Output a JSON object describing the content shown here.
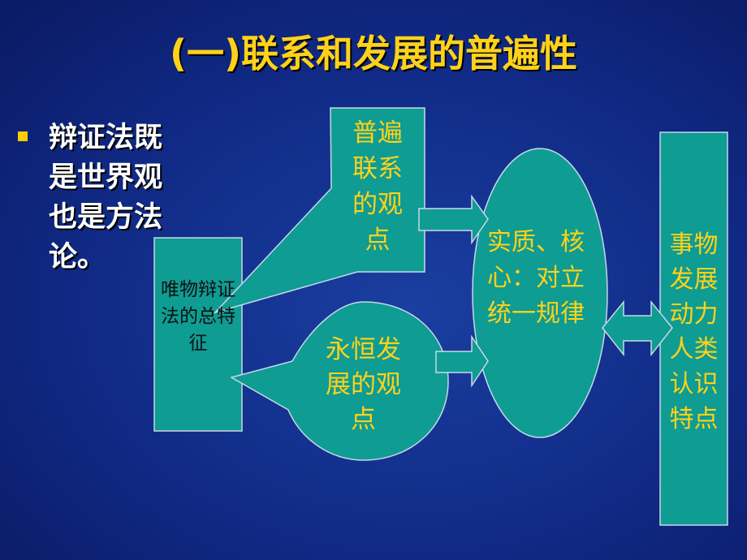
{
  "title": "(一)联系和发展的普遍性",
  "bullet": {
    "text": "辩证法既是世界观也是方法论。"
  },
  "diagram": {
    "core_box": "唯物辩证法的总特征",
    "universal_box": "普遍联系的观点",
    "eternal_oval": "永恒发展的观点",
    "essence_oval": "实质、核心：对立统一规律",
    "right_box": "事物发展动力人类认识特点"
  },
  "colors": {
    "background": "#102a86",
    "title": "#ffd21a",
    "shape_fill": "#0e9c93",
    "bullet": "#ffcc00"
  }
}
